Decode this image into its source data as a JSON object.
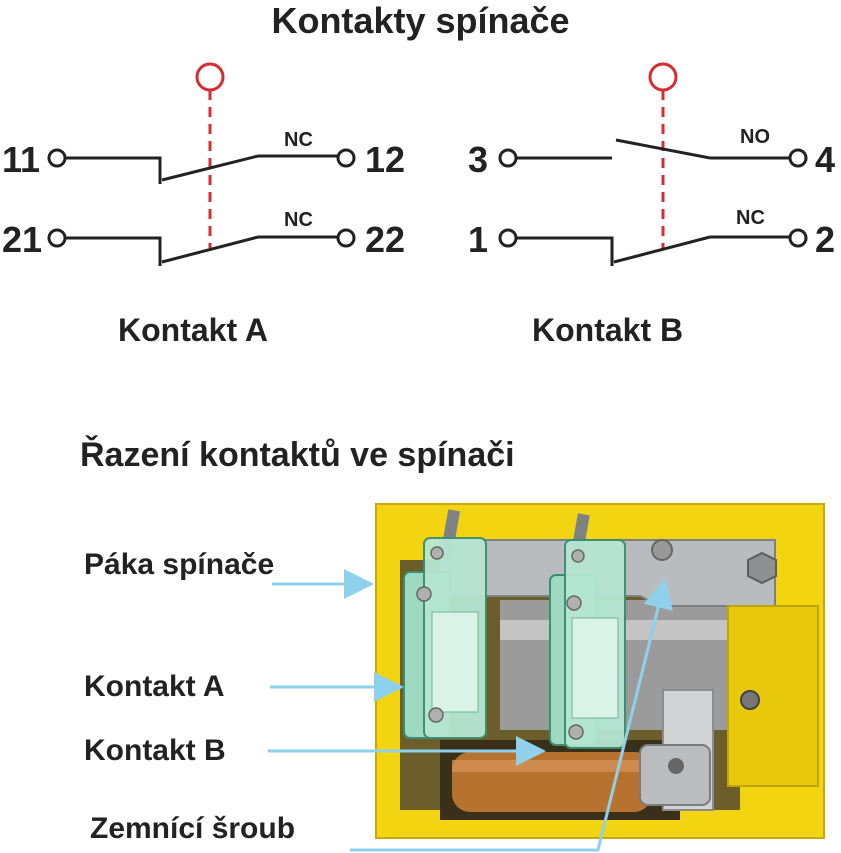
{
  "title": "Kontakty spínače",
  "contact_a": {
    "name": "Kontakt A",
    "top": {
      "left": "11",
      "right": "12",
      "type": "NC"
    },
    "bottom": {
      "left": "21",
      "right": "22",
      "type": "NC"
    }
  },
  "contact_b": {
    "name": "Kontakt B",
    "top": {
      "left": "3",
      "right": "4",
      "type": "NO"
    },
    "bottom": {
      "left": "1",
      "right": "2",
      "type": "NC"
    }
  },
  "photo": {
    "title": "Řazení kontaktů ve spínači",
    "labels": {
      "lever": "Páka spínače",
      "contact_a": "Kontakt A",
      "contact_b": "Kontakt B",
      "screw": "Zemnící šroub"
    }
  },
  "colors": {
    "text": "#222222",
    "actuator": "#d62d35",
    "arrow": "#8fd0ec",
    "frame": "#f3d411"
  }
}
